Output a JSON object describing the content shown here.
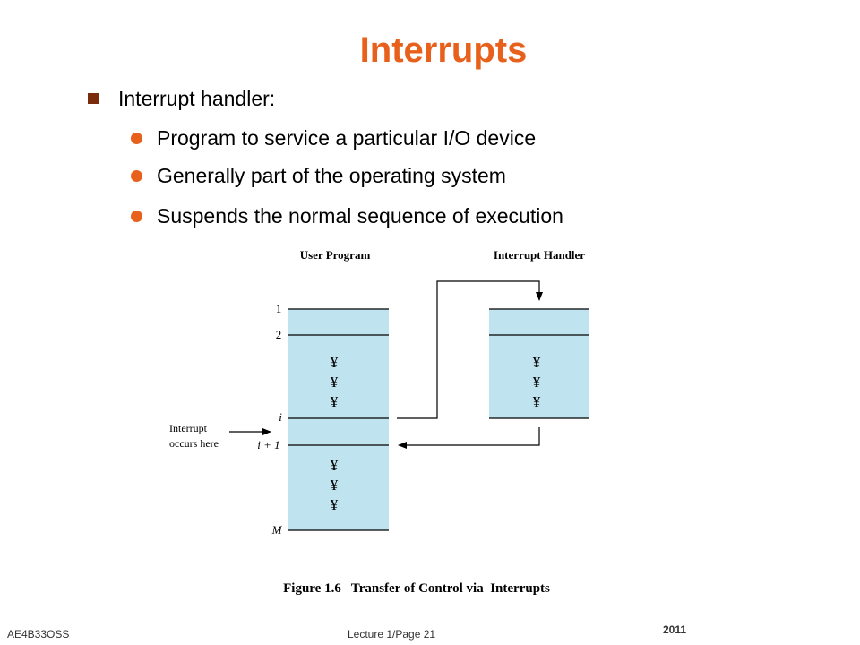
{
  "slide": {
    "title": "Interrupts",
    "bullet": "Interrupt handler:",
    "subbullets": [
      "Program to service a particular I/O device",
      "Generally part of the operating system",
      "Suspends the normal sequence of execution"
    ]
  },
  "figure": {
    "user_program_label": "User Program",
    "interrupt_handler_label": "Interrupt Handler",
    "labels": {
      "one": "1",
      "two": "2",
      "i": "i",
      "i_plus_1": "i + 1",
      "m": "M"
    },
    "interrupt_note_line1": "Interrupt",
    "interrupt_note_line2": "occurs here",
    "dot": "¥",
    "caption": "Figure 1.6   Transfer of Control via  Interrupts",
    "box_color": "#bfe4f0"
  },
  "footer": {
    "course": "AE4B33OSS",
    "page": "Lecture 1/Page 21",
    "year": "2011"
  }
}
